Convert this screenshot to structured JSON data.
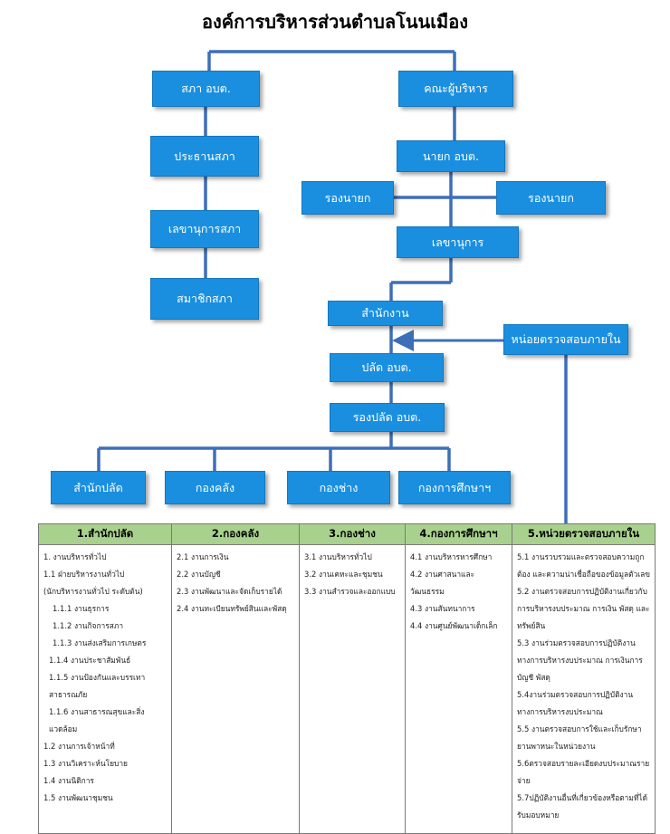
{
  "title": "องค์การบริหารส่วนตำบลโนนเมือง",
  "council": {
    "council_box": "สภา อบต.",
    "chair_box": "ประธานสภา",
    "secretary_box": "เลขานุการสภา",
    "members_box": "สมาชิกสภา"
  },
  "executive": {
    "board_box": "คณะผู้บริหาร",
    "mayor_box": "นายก อบต.",
    "deputy_left_box": "รองนายก",
    "deputy_right_box": "รองนายก",
    "secretary_box": "เลขานุการ"
  },
  "office_box": "สำนักงาน",
  "audit_box": "หน่อยตรวจสอบภายใน",
  "clerk_box": "ปลัด อบต.",
  "deputy_clerk_box": "รองปลัด อบต.",
  "divisions": [
    "สำนักปลัด",
    "กองคลัง",
    "กองช่าง",
    "กองการศึกษาฯ"
  ],
  "table": {
    "headers": [
      "1.สำนักปลัด",
      "2.กองคลัง",
      "3.กองช่าง",
      "4.กองการศึกษาฯ",
      "5.หน่วยตรวจสอบภายใน"
    ],
    "col1": [
      "1. งานบริหารทั่วไป",
      "1.1 ฝ่ายบริหารงานทั่วไป",
      "(นักบริหารงานทั่วไป ระดับต้น)",
      "1.1.1 งานธุรการ",
      "1.1.2 งานกิจการสภา",
      "1.1.3 งานส่งเสริมการเกษตร",
      "1.1.4 งานประชาสัมพันธ์",
      "1.1.5 งานป้องกันและบรรเทาสาธารณภัย",
      "1.1.6 งานสาธารณสุขและสิ่งแวดล้อม",
      "1.2 งานการเจ้าหน้าที่",
      "1.3 งานวิเคราะห์นโยบาย",
      "1.4 งานนิติการ",
      "1.5 งานพัฒนาชุมชน"
    ],
    "col2": [
      "2.1 งานการเงิน",
      "2.2 งานบัญชี",
      "2.3 งานพัฒนาและจัดเก็บรายได้",
      "2.4 งานทะเบียนทรัพย์สินและพัสดุ"
    ],
    "col3": [
      "3.1 งานบริหารทั่วไป",
      "3.2 งานเคหะและชุมชน",
      "3.3 งานสำรวจและออกแบบ"
    ],
    "col4": [
      "4.1 งานบริหารหารศึกษา",
      "4.2 งานศาสนาและวัฒนธรรม",
      "4.3 งานสันทนาการ",
      "4.4 งานศูนย์พัฒนาเด็กเล็ก"
    ],
    "col5": [
      "5.1 งานรวบรวมและตรวจสอบความถูกต้อง และความน่าเชื่อถือของข้อมูลตัวเลข",
      "5.2 งานตรวจสอบการปฏิบัติงานเกี่ยวกับการบริหารงบประมาณ การเงิน พัสดุ และทรัพย์สิน",
      "5.3 งานร่วมตรวจสอบการปฏิบัติงานทางการบริหารงบประมาณ การเงินการบัญชี พัสดุ",
      "5.4งานร่วมตรวจสอบการปฏิบัติงานทางการบริหารงบประมาณ",
      "5.5 งานตรวจสอบการใช้และเก็บรักษายานพาหนะในหน่วยงาน",
      "5.6ตรวจสอบรายละเอียดงบประมาณรายจ่าย",
      "5.7ปฏิบัติงานอื่นที่เกี่ยวข้องหรือตามที่ได้รับมอบหมาย"
    ]
  },
  "colors": {
    "box_blue": "#1a8fe0",
    "line_blue": "#3d6fb8",
    "header_green": "#a9d18e"
  }
}
